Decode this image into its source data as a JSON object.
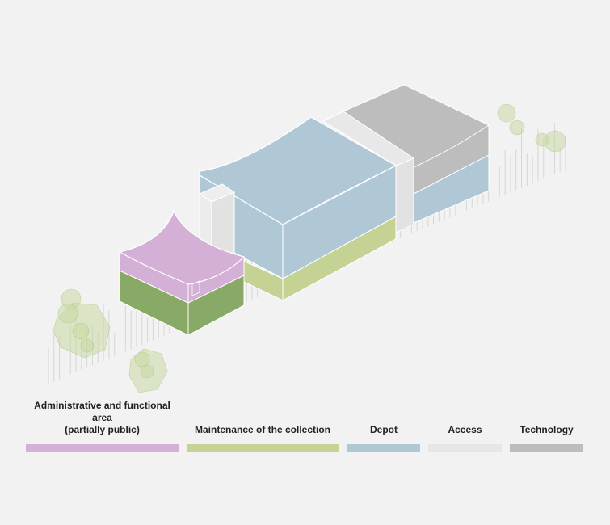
{
  "diagram": {
    "colors": {
      "admin": "#d4b0d6",
      "maintenance": "#c4d394",
      "maintenance_dark": "#89a966",
      "depot": "#b0c8d6",
      "access": "#e6e6e6",
      "technology": "#bdbdbd",
      "tree": "#c9d9a2"
    }
  },
  "legend": {
    "items": [
      {
        "label": "Administrative and functional area\n(partially public)",
        "color": "#d4b0d6"
      },
      {
        "label": "Maintenance of the collection",
        "color": "#c4d394"
      },
      {
        "label": "Depot",
        "color": "#b0c8d6"
      },
      {
        "label": "Access",
        "color": "#e6e6e6"
      },
      {
        "label": "Technology",
        "color": "#bdbdbd"
      }
    ]
  }
}
